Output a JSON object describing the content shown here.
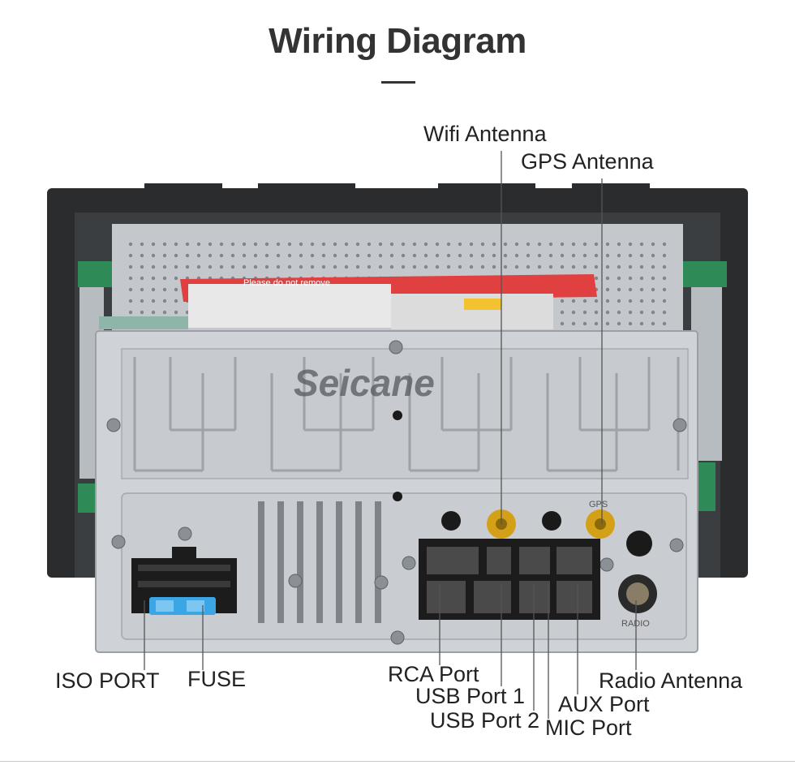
{
  "title": "Wiring Diagram",
  "watermark": "Seicane",
  "sticker_text": "Please do not remove",
  "radio_port_text": "RADIO",
  "gps_port_text": "GPS",
  "labels": {
    "wifi_antenna": "Wifi Antenna",
    "gps_antenna": "GPS Antenna",
    "iso_port": "ISO PORT",
    "fuse": "FUSE",
    "rca_port": "RCA Port",
    "usb_port_1": "USB Port 1",
    "usb_port_2": "USB Port 2",
    "radio_antenna": "Radio Antenna",
    "aux_port": "AUX Port",
    "mic_port": "MIC Port"
  },
  "colors": {
    "title": "#333333",
    "chassis": "#c9ccd0",
    "chassis_dark": "#9aa0a6",
    "bezel": "#2a2c2e",
    "pcb": "#2e8b57",
    "sticker_red": "#e04040",
    "connector": "#1c1c1c",
    "fuse_blue": "#3aa6e6",
    "gold": "#d4a017"
  }
}
